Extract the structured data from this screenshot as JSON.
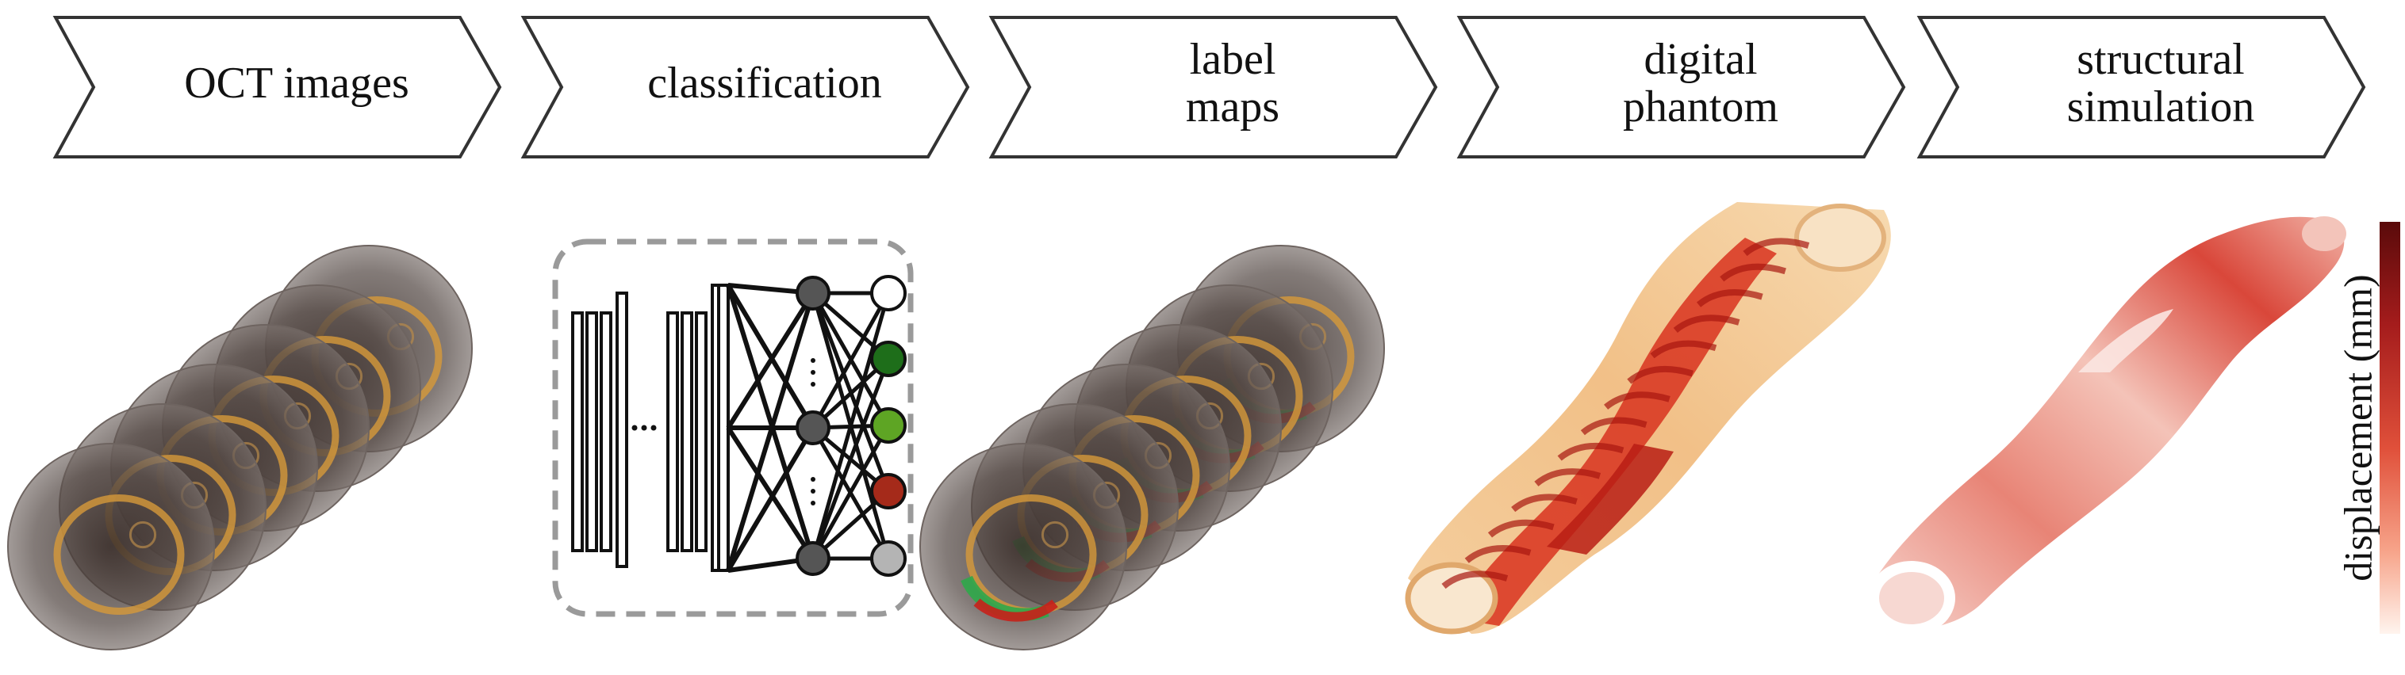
{
  "pipeline": {
    "stages": [
      {
        "label_lines": [
          "OCT images"
        ]
      },
      {
        "label_lines": [
          "classification"
        ]
      },
      {
        "label_lines": [
          "label",
          "maps"
        ]
      },
      {
        "label_lines": [
          "digital",
          "phantom"
        ]
      },
      {
        "label_lines": [
          "structural",
          "simulation"
        ]
      }
    ]
  },
  "network": {
    "output_classes": [
      {
        "color": "#ffffff"
      },
      {
        "color": "#1e6e1a"
      },
      {
        "color": "#5ea524"
      },
      {
        "color": "#a52a1a"
      },
      {
        "color": "#b4b4b4"
      }
    ]
  },
  "colorbar": {
    "label": "displacement (mm)",
    "color_high": "#5a0a0a",
    "color_low": "#fff4ee"
  },
  "icons": [
    "chevron-arrow-icon",
    "oct-slice-stack",
    "neural-network-schematic",
    "label-map-stack",
    "artery-phantom-3d",
    "artery-simulation-3d"
  ]
}
